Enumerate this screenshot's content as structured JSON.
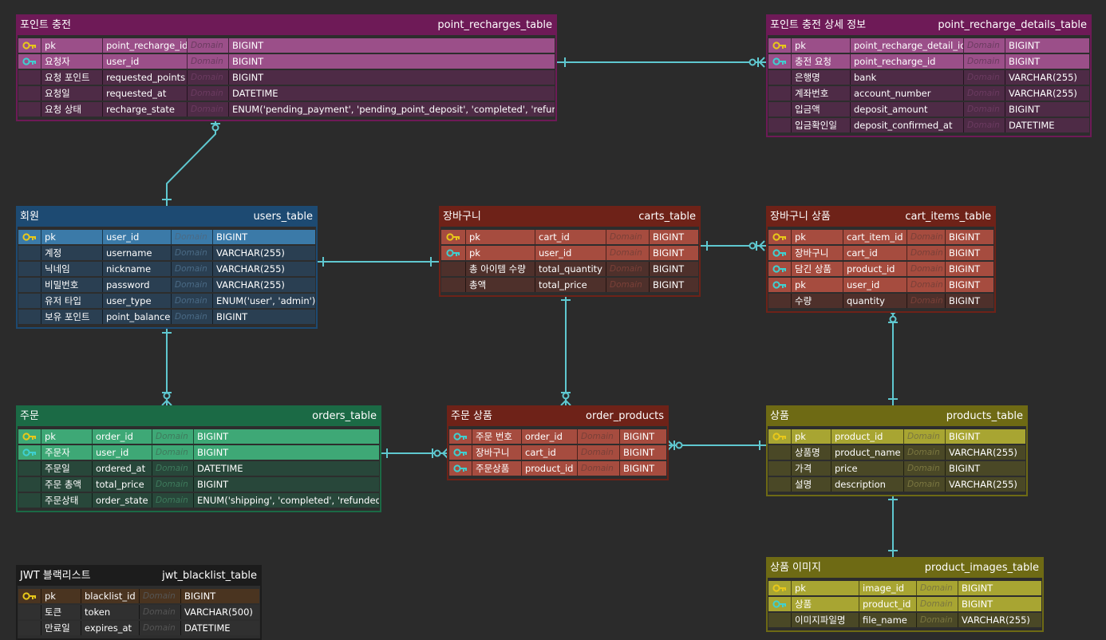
{
  "domain_placeholder": "Domain",
  "tables": [
    {
      "id": "point_recharges",
      "title": "포인트 충전",
      "table_name": "point_recharges_table",
      "colors": {
        "border": "#6e1a57",
        "head": "#6e1a57",
        "hl": "#9b4f89",
        "nm": "#4e2b46",
        "dom": "#6b3b60"
      },
      "rows": [
        {
          "key": "pk",
          "label": "pk",
          "column": "point_recharge_id",
          "type": "BIGINT",
          "hl": true
        },
        {
          "key": "fk",
          "label": "요청자",
          "column": "user_id",
          "type": "BIGINT",
          "hl": true
        },
        {
          "key": "",
          "label": "요청 포인트",
          "column": "requested_points",
          "type": "BIGINT",
          "hl": false
        },
        {
          "key": "",
          "label": "요청일",
          "column": "requested_at",
          "type": "DATETIME",
          "hl": false
        },
        {
          "key": "",
          "label": "요청 상태",
          "column": "recharge_state",
          "type": "ENUM('pending_payment', 'pending_point_deposit', 'completed', 'refunded')",
          "hl": false
        }
      ]
    },
    {
      "id": "point_recharge_details",
      "title": "포인트 충전 상세 정보",
      "table_name": "point_recharge_details_table",
      "colors": {
        "border": "#6e1a57",
        "head": "#6e1a57",
        "hl": "#9b4f89",
        "nm": "#4e2b46",
        "dom": "#6b3b60"
      },
      "rows": [
        {
          "key": "pk",
          "label": "pk",
          "column": "point_recharge_detail_id",
          "type": "BIGINT",
          "hl": true
        },
        {
          "key": "fk",
          "label": "충전 요청",
          "column": "point_recharge_id",
          "type": "BIGINT",
          "hl": true
        },
        {
          "key": "",
          "label": "은행명",
          "column": "bank",
          "type": "VARCHAR(255)",
          "hl": false
        },
        {
          "key": "",
          "label": "계좌번호",
          "column": "account_number",
          "type": "VARCHAR(255)",
          "hl": false
        },
        {
          "key": "",
          "label": "입금액",
          "column": "deposit_amount",
          "type": "BIGINT",
          "hl": false
        },
        {
          "key": "",
          "label": "입금확인일",
          "column": "deposit_confirmed_at",
          "type": "DATETIME",
          "hl": false
        }
      ]
    },
    {
      "id": "users",
      "title": "회원",
      "table_name": "users_table",
      "colors": {
        "border": "#1d4a72",
        "head": "#1d4a72",
        "hl": "#3b7aa8",
        "nm": "#2a3f52",
        "dom": "#4a6a85"
      },
      "rows": [
        {
          "key": "pk",
          "label": "pk",
          "column": "user_id",
          "type": "BIGINT",
          "hl": true
        },
        {
          "key": "",
          "label": "계정",
          "column": "username",
          "type": "VARCHAR(255)",
          "hl": false
        },
        {
          "key": "",
          "label": "닉네임",
          "column": "nickname",
          "type": "VARCHAR(255)",
          "hl": false
        },
        {
          "key": "",
          "label": "비밀번호",
          "column": "password",
          "type": "VARCHAR(255)",
          "hl": false
        },
        {
          "key": "",
          "label": "유저 타입",
          "column": "user_type",
          "type": "ENUM('user', 'admin')",
          "hl": false
        },
        {
          "key": "",
          "label": "보유 포인트",
          "column": "point_balance",
          "type": "BIGINT",
          "hl": false
        }
      ]
    },
    {
      "id": "carts",
      "title": "장바구니",
      "table_name": "carts_table",
      "colors": {
        "border": "#6e2218",
        "head": "#6e2218",
        "hl": "#a64c3f",
        "nm": "#4e302b",
        "dom": "#7a4038"
      },
      "rows": [
        {
          "key": "pk",
          "label": "pk",
          "column": "cart_id",
          "type": "BIGINT",
          "hl": true
        },
        {
          "key": "fk",
          "label": "pk",
          "column": "user_id",
          "type": "BIGINT",
          "hl": true
        },
        {
          "key": "",
          "label": "총 아이템 수량",
          "column": "total_quantity",
          "type": "BIGINT",
          "hl": false
        },
        {
          "key": "",
          "label": "총액",
          "column": "total_price",
          "type": "BIGINT",
          "hl": false
        }
      ]
    },
    {
      "id": "cart_items",
      "title": "장바구니 상품",
      "table_name": "cart_items_table",
      "colors": {
        "border": "#6e2218",
        "head": "#6e2218",
        "hl": "#a64c3f",
        "nm": "#4e302b",
        "dom": "#7a4038"
      },
      "rows": [
        {
          "key": "pk",
          "label": "pk",
          "column": "cart_item_id",
          "type": "BIGINT",
          "hl": true
        },
        {
          "key": "fk",
          "label": "장바구니",
          "column": "cart_id",
          "type": "BIGINT",
          "hl": true
        },
        {
          "key": "fk",
          "label": "담긴 상품",
          "column": "product_id",
          "type": "BIGINT",
          "hl": true
        },
        {
          "key": "fk",
          "label": "pk",
          "column": "user_id",
          "type": "BIGINT",
          "hl": true
        },
        {
          "key": "",
          "label": "수량",
          "column": "quantity",
          "type": "BIGINT",
          "hl": false
        }
      ]
    },
    {
      "id": "orders",
      "title": "주문",
      "table_name": "orders_table",
      "colors": {
        "border": "#1b6a45",
        "head": "#1b6a45",
        "hl": "#3ea876",
        "nm": "#28473a",
        "dom": "#3e7a5c"
      },
      "rows": [
        {
          "key": "pk",
          "label": "pk",
          "column": "order_id",
          "type": "BIGINT",
          "hl": true
        },
        {
          "key": "fk",
          "label": "주문자",
          "column": "user_id",
          "type": "BIGINT",
          "hl": true
        },
        {
          "key": "",
          "label": "주문일",
          "column": "ordered_at",
          "type": "DATETIME",
          "hl": false
        },
        {
          "key": "",
          "label": "주문 총액",
          "column": "total_price",
          "type": "BIGINT",
          "hl": false
        },
        {
          "key": "",
          "label": "주문상태",
          "column": "order_state",
          "type": "ENUM('shipping', 'completed', 'refunded')",
          "hl": false
        }
      ]
    },
    {
      "id": "order_products",
      "title": "주문 상품",
      "table_name": "order_products",
      "colors": {
        "border": "#6e2218",
        "head": "#6e2218",
        "hl": "#a64c3f",
        "nm": "#4e302b",
        "dom": "#7a4038"
      },
      "rows": [
        {
          "key": "fk",
          "label": "주문 번호",
          "column": "order_id",
          "type": "BIGINT",
          "hl": true
        },
        {
          "key": "fk",
          "label": "장바구니",
          "column": "cart_id",
          "type": "BIGINT",
          "hl": true
        },
        {
          "key": "fk",
          "label": "주문상품",
          "column": "product_id",
          "type": "BIGINT",
          "hl": true
        }
      ]
    },
    {
      "id": "products",
      "title": "상품",
      "table_name": "products_table",
      "colors": {
        "border": "#6e6a14",
        "head": "#6e6a14",
        "hl": "#a8a532",
        "nm": "#4a4826",
        "dom": "#7a7640"
      },
      "rows": [
        {
          "key": "pk",
          "label": "pk",
          "column": "product_id",
          "type": "BIGINT",
          "hl": true
        },
        {
          "key": "",
          "label": "상품명",
          "column": "product_name",
          "type": "VARCHAR(255)",
          "hl": false
        },
        {
          "key": "",
          "label": "가격",
          "column": "price",
          "type": "BIGINT",
          "hl": false
        },
        {
          "key": "",
          "label": "설명",
          "column": "description",
          "type": "VARCHAR(255)",
          "hl": false
        }
      ]
    },
    {
      "id": "product_images",
      "title": "상품 이미지",
      "table_name": "product_images_table",
      "colors": {
        "border": "#6e6a14",
        "head": "#6e6a14",
        "hl": "#a8a532",
        "nm": "#4a4826",
        "dom": "#7a7640"
      },
      "rows": [
        {
          "key": "pk",
          "label": "pk",
          "column": "image_id",
          "type": "BIGINT",
          "hl": true
        },
        {
          "key": "fk",
          "label": "상품",
          "column": "product_id",
          "type": "BIGINT",
          "hl": true
        },
        {
          "key": "",
          "label": "이미지파일명",
          "column": "file_name",
          "type": "VARCHAR(255)",
          "hl": false
        }
      ]
    },
    {
      "id": "jwt_blacklist",
      "title": "JWT 블랙리스트",
      "table_name": "jwt_blacklist_table",
      "colors": {
        "border": "#1c1c1c",
        "head": "#1c1c1c",
        "hl": "#4a3420",
        "nm": "#303030",
        "dom": "#555555"
      },
      "rows": [
        {
          "key": "pk",
          "label": "pk",
          "column": "blacklist_id",
          "type": "BIGINT",
          "hl": true
        },
        {
          "key": "",
          "label": "토큰",
          "column": "token",
          "type": "VARCHAR(500)",
          "hl": false
        },
        {
          "key": "",
          "label": "만료일",
          "column": "expires_at",
          "type": "DATETIME",
          "hl": false
        }
      ]
    }
  ],
  "key_icon_colors": {
    "pk": "#e8c81a",
    "fk": "#3fd0d0"
  },
  "relationship_color": "#5fc8d0"
}
